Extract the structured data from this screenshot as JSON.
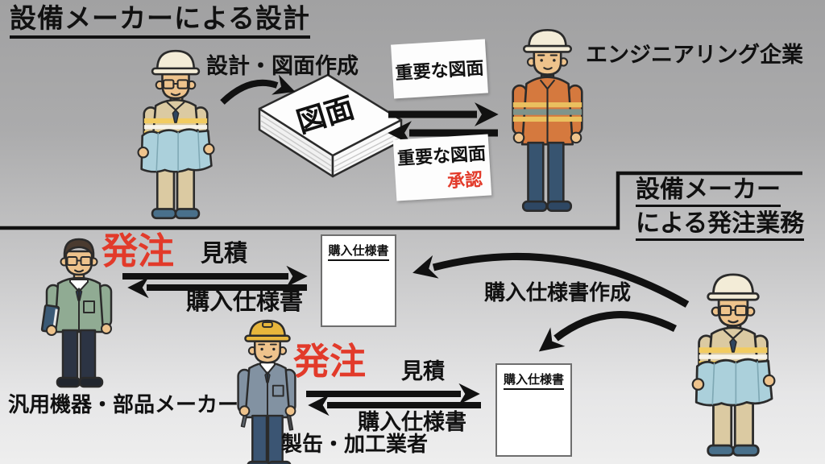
{
  "palette": {
    "accent_red": "#e23a2a",
    "ink_black": "#111111",
    "background_top_gray": "#a1a1a2",
    "background_bottom_gray": "#eeeeee",
    "paper_white": "#fdfdfd",
    "equipment_maker_uniform_tan": "#dbcaa2",
    "engineering_jacket_orange": "#d5793e",
    "parts_maker_jacket_green": "#90ab93",
    "fabricator_jacket_gray": "#8292a2",
    "blueprint_blue": "#abd0db",
    "helmet_yellow": "#e7b63c"
  },
  "design_section": {
    "title": "設備メーカーによる設計",
    "process_arrow_label": "設計・図面作成",
    "drawing_stack_label": "図面",
    "important_drawing_card": "重要な図面",
    "approval_card_line1": "重要な図面",
    "approval_card_line2": "承認",
    "engineering_company_label": "エンジニアリング企業"
  },
  "ordering_section": {
    "title_line1": "設備メーカー",
    "title_line2": "による発注業務",
    "spec_creation_label": "購入仕様書作成",
    "parts_maker_exchange": {
      "order_label": "発注",
      "estimate_label": "見積",
      "spec_label": "購入仕様書",
      "document_title": "購入仕様書",
      "vendor_label": "汎用機器・部品メーカー"
    },
    "fabricator_exchange": {
      "order_label": "発注",
      "estimate_label": "見積",
      "spec_label": "購入仕様書",
      "document_title": "購入仕様書",
      "vendor_label": "製缶・加工業者"
    }
  }
}
